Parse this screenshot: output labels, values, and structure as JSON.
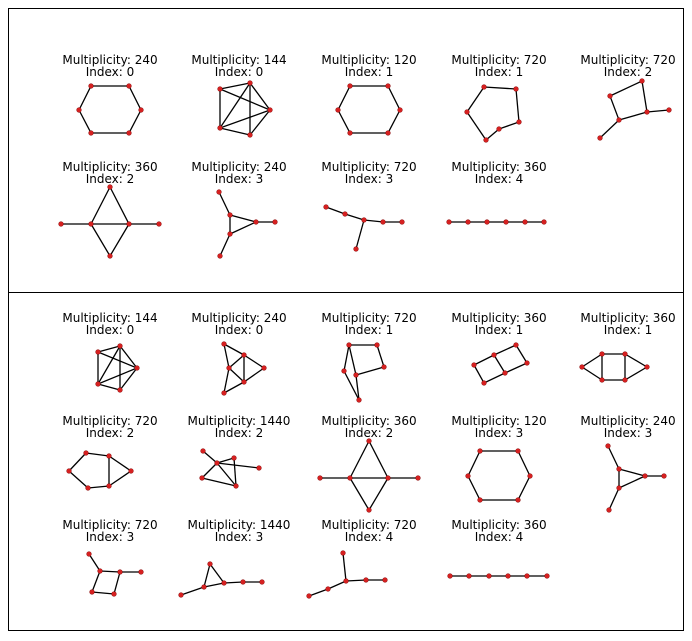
{
  "panels": [
    {
      "name": "top",
      "graphs": [
        {
          "multiplicity": "Multiplicity: 240",
          "index": "Index: 0",
          "shape": "hexagon"
        },
        {
          "multiplicity": "Multiplicity: 144",
          "index": "Index: 0",
          "shape": "pentagon-fan"
        },
        {
          "multiplicity": "Multiplicity: 120",
          "index": "Index: 1",
          "shape": "hexagon"
        },
        {
          "multiplicity": "Multiplicity: 720",
          "index": "Index: 1",
          "shape": "pentagon-tail"
        },
        {
          "multiplicity": "Multiplicity: 720",
          "index": "Index: 2",
          "shape": "square-two-tails"
        },
        {
          "multiplicity": "Multiplicity: 360",
          "index": "Index: 2",
          "shape": "diamond-two-tails"
        },
        {
          "multiplicity": "Multiplicity: 240",
          "index": "Index: 3",
          "shape": "triangle-three-tails"
        },
        {
          "multiplicity": "Multiplicity: 720",
          "index": "Index: 3",
          "shape": "tree-branch"
        },
        {
          "multiplicity": "Multiplicity: 360",
          "index": "Index: 4",
          "shape": "path6"
        }
      ]
    },
    {
      "name": "bottom",
      "graphs": [
        {
          "multiplicity": "Multiplicity: 144",
          "index": "Index: 0",
          "shape": "pentagon-fan-small"
        },
        {
          "multiplicity": "Multiplicity: 240",
          "index": "Index: 0",
          "shape": "triangle-fan"
        },
        {
          "multiplicity": "Multiplicity: 720",
          "index": "Index: 1",
          "shape": "square-triangle"
        },
        {
          "multiplicity": "Multiplicity: 360",
          "index": "Index: 1",
          "shape": "double-square"
        },
        {
          "multiplicity": "Multiplicity: 360",
          "index": "Index: 1",
          "shape": "square-two-triangles"
        },
        {
          "multiplicity": "Multiplicity: 720",
          "index": "Index: 2",
          "shape": "pentagon-triangle"
        },
        {
          "multiplicity": "Multiplicity: 1440",
          "index": "Index: 2",
          "shape": "triangle-pair-tail"
        },
        {
          "multiplicity": "Multiplicity: 360",
          "index": "Index: 2",
          "shape": "diamond-two-tails"
        },
        {
          "multiplicity": "Multiplicity: 120",
          "index": "Index: 3",
          "shape": "hexagon-small"
        },
        {
          "multiplicity": "Multiplicity: 240",
          "index": "Index: 3",
          "shape": "triangle-three-tails"
        },
        {
          "multiplicity": "Multiplicity: 720",
          "index": "Index: 3",
          "shape": "square-two-tails-b"
        },
        {
          "multiplicity": "Multiplicity: 1440",
          "index": "Index: 3",
          "shape": "triangle-path"
        },
        {
          "multiplicity": "Multiplicity: 720",
          "index": "Index: 4",
          "shape": "tree-branch-b"
        },
        {
          "multiplicity": "Multiplicity: 360",
          "index": "Index: 4",
          "shape": "path6-b"
        }
      ]
    }
  ],
  "colors": {
    "node": "#d62020",
    "edge": "#000000",
    "border": "#000000"
  }
}
